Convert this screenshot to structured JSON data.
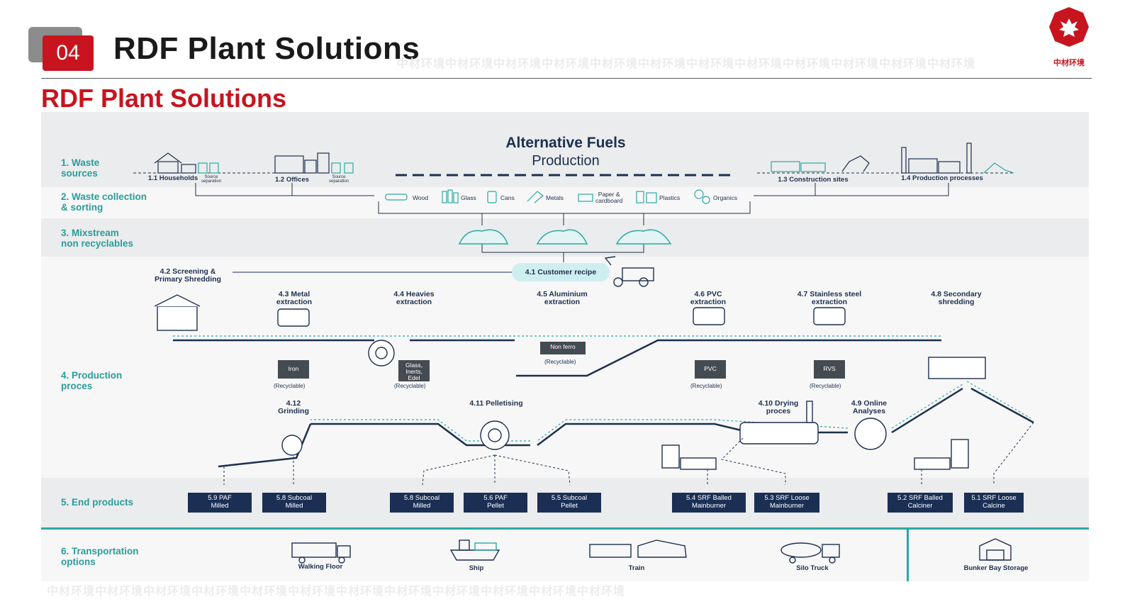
{
  "header": {
    "section_number": "04",
    "title": "RDF Plant Solutions",
    "subtitle": "RDF Plant Solutions",
    "watermark": "中材环境中材环境中材环境中材环境中材环境中材环境中材环境中材环境中材环境中材环境中材环境中材环境",
    "logo_text": "中材环境"
  },
  "diagram": {
    "title": "Alternative Fuels",
    "subtitle": "Production",
    "rows": {
      "waste_sources": "1. Waste\nsources",
      "collection": "2. Waste collection\n& sorting",
      "mixstream": "3. Mixstream\nnon recyclables",
      "production": "4. Production\nproces",
      "end_products": "5. End products",
      "transport": "6. Transportation\noptions"
    },
    "sources": {
      "households": "1.1 Households",
      "offices": "1.2 Offices",
      "construction": "1.3 Construction sites",
      "production": "1.4 Production processes",
      "source_sep": "Source\nseparation"
    },
    "materials": [
      "Wood",
      "Glass",
      "Cans",
      "Metals",
      "Paper &\ncardboard",
      "Plastics",
      "Organics"
    ],
    "process": {
      "customer_recipe": "4.1 Customer recipe",
      "screening": "4.2 Screening &\nPrimary Shredding",
      "metal": "4.3 Metal\nextraction",
      "heavies": "4.4 Heavies\nextraction",
      "aluminium": "4.5 Aluminium\nextraction",
      "pvc": "4.6 PVC\nextraction",
      "stainless": "4.7 Stainless steel\nextraction",
      "secondary": "4.8 Secondary\nshredding",
      "online": "4.9 Online\nAnalyses",
      "drying": "4.10 Drying\nproces",
      "pelletising": "4.11 Pelletising",
      "grinding": "4.12\nGrinding"
    },
    "bins": {
      "iron": "Iron",
      "glass": "Glass,\nInerts,\nEdel",
      "nonferro": "Non ferro",
      "pvc": "PVC",
      "rvs": "RVS",
      "recyclable": "(Recyclable)"
    },
    "end_products": [
      "5.9 PAF\nMilled",
      "5.8 Subcoal\nMilled",
      "5.8 Subcoal\nMilled",
      "5.6 PAF\nPellet",
      "5.5 Subcoal\nPellet",
      "5.4 SRF Balled\nMainburner",
      "5.3 SRF Loose\nMainburner",
      "5.2 SRF Balled\nCalciner",
      "5.1 SRF Loose\nCalcine"
    ],
    "transport": [
      "Walking Floor",
      "Ship",
      "Train",
      "Silo Truck",
      "Bunker Bay Storage"
    ],
    "colors": {
      "teal": "#2aa9a5",
      "navy": "#1b2f55",
      "red": "#c8141e",
      "label": "#1d2f4f"
    }
  }
}
